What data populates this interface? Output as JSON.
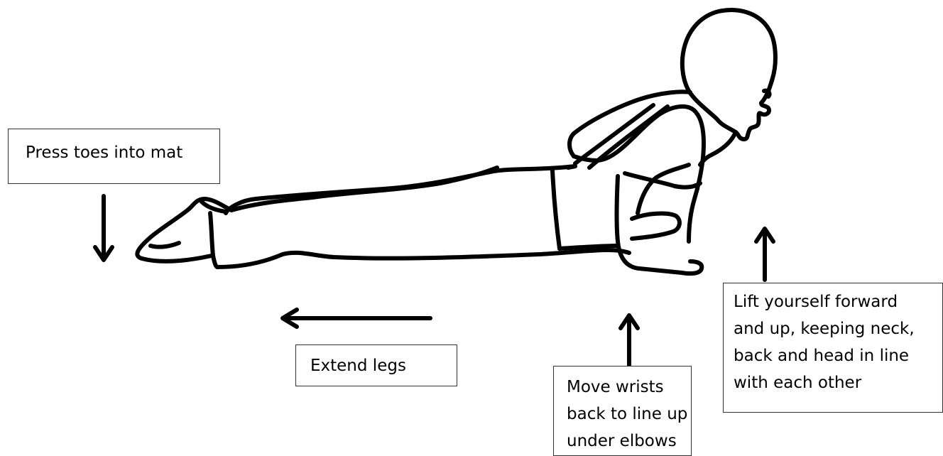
{
  "instructions": {
    "toes": "Press toes into mat",
    "legs": "Extend legs",
    "wrists": "Move wrists\nback to line up\nunder elbows",
    "lift": "Lift yourself forward\nand up, keeping neck,\nback and head in line\nwith each other"
  },
  "colors": {
    "ink": "#000000",
    "box_border": "#333333",
    "background": "#ffffff"
  }
}
